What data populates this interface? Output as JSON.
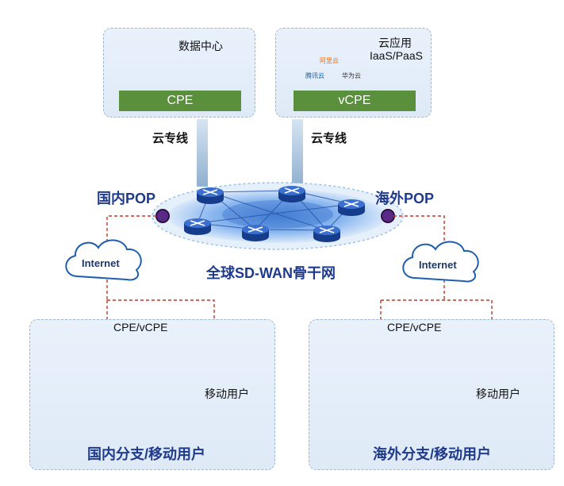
{
  "top_left": {
    "label": "数据中心",
    "bar": "CPE"
  },
  "top_right": {
    "label_line1": "云应用",
    "label_line2": "IaaS/PaaS",
    "bar": "vCPE",
    "vendors": [
      "阿里云",
      "腾讯云",
      "华为云"
    ]
  },
  "links": {
    "left": "云专线",
    "right": "云专线"
  },
  "pops": {
    "domestic": "国内POP",
    "overseas": "海外POP"
  },
  "backbone": {
    "title": "全球SD-WAN骨干网"
  },
  "internet": {
    "left": "Internet",
    "right": "Internet"
  },
  "bottom_left": {
    "device": "CPE/vCPE",
    "mobile": "移动用户",
    "title": "国内分支/移动用户"
  },
  "bottom_right": {
    "device": "CPE/vCPE",
    "mobile": "移动用户",
    "title": "海外分支/移动用户"
  },
  "colors": {
    "accent": "#1f3a8a",
    "green_bar": "#5a8f3c",
    "dashed_red": "#c0392b",
    "pop_dot": "#5b2a86"
  }
}
